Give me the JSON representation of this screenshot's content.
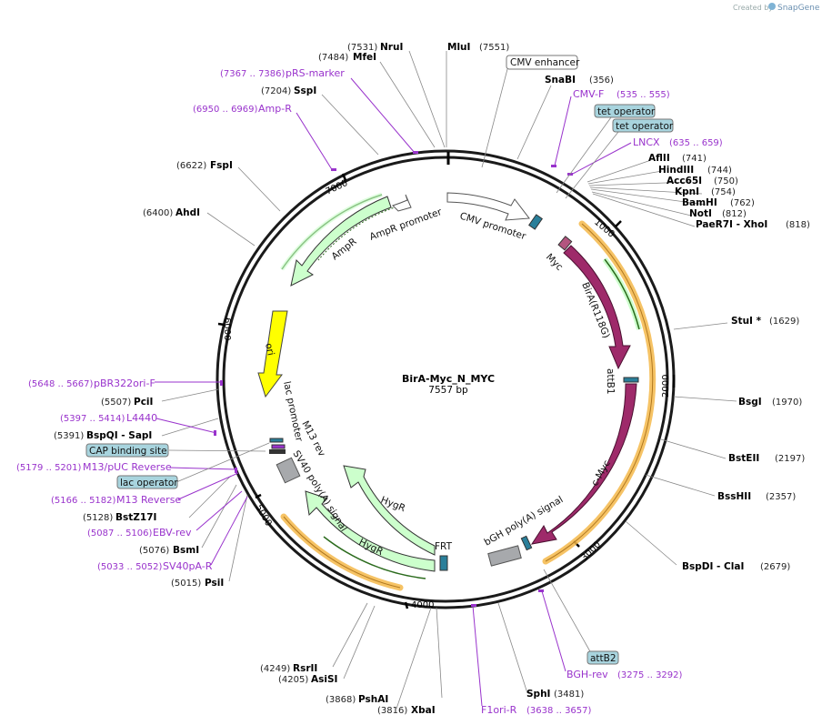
{
  "plasmid": {
    "name": "BirA-Myc_N_MYC",
    "length": "7557 bp"
  },
  "credit": {
    "prefix": "Created by",
    "brand": "SnapGene"
  },
  "ticks": [
    "1000",
    "2000",
    "3000",
    "4000",
    "5000",
    "6000",
    "7000"
  ],
  "colors": {
    "green": "#ccffcc",
    "purple": "#9e2a6a",
    "yellow": "#ffff00",
    "orange": "#f5b94a",
    "primer": "#9933cc"
  },
  "features": {
    "cmv_promoter": "CMV promoter",
    "myc": "Myc",
    "bira": "BirA(R118G)",
    "attb1": "attB1",
    "cmyc": "c-Myc",
    "bgh": "bGH poly(A) signal",
    "frt": "FRT",
    "hygr1": "HygR",
    "hygr2": "HygR",
    "sv40": "SV40 poly(A) signal",
    "m13rev": "M13 rev",
    "lacprom": "lac promoter",
    "ori": "ori",
    "ampr": "AmpR",
    "ampr_prom": "AmpR promoter"
  },
  "sites": [
    {
      "name": "NruI",
      "pos": "(7531)"
    },
    {
      "name": "MluI",
      "pos": "(7551)"
    },
    {
      "name": "MfeI",
      "pos": "(7484)"
    },
    {
      "name": "SnaBI",
      "pos": "(356)"
    },
    {
      "name": "SspI",
      "pos": "(7204)"
    },
    {
      "name": "AflII",
      "pos": "(741)"
    },
    {
      "name": "HindIII",
      "pos": "(744)"
    },
    {
      "name": "Acc65I",
      "pos": "(750)"
    },
    {
      "name": "KpnI",
      "pos": "(754)"
    },
    {
      "name": "BamHI",
      "pos": "(762)"
    },
    {
      "name": "NotI",
      "pos": "(812)"
    },
    {
      "name": "PaeR7I - XhoI",
      "pos": "(818)"
    },
    {
      "name": "FspI",
      "pos": "(6622)"
    },
    {
      "name": "AhdI",
      "pos": "(6400)"
    },
    {
      "name": "StuI *",
      "pos": "(1629)"
    },
    {
      "name": "BsgI",
      "pos": "(1970)"
    },
    {
      "name": "BstEII",
      "pos": "(2197)"
    },
    {
      "name": "BssHII",
      "pos": "(2357)"
    },
    {
      "name": "BspDI - ClaI",
      "pos": "(2679)"
    },
    {
      "name": "PciI",
      "pos": "(5507)"
    },
    {
      "name": "BspQI - SapI",
      "pos": "(5391)"
    },
    {
      "name": "BstZ17I",
      "pos": "(5128)"
    },
    {
      "name": "BsmI",
      "pos": "(5076)"
    },
    {
      "name": "PsiI",
      "pos": "(5015)"
    },
    {
      "name": "RsrII",
      "pos": "(4249)"
    },
    {
      "name": "AsiSI",
      "pos": "(4205)"
    },
    {
      "name": "PshAI",
      "pos": "(3868)"
    },
    {
      "name": "XbaI",
      "pos": "(3816)"
    },
    {
      "name": "SphI",
      "pos": "(3481)"
    }
  ],
  "primers": [
    {
      "name": "pRS-marker",
      "pos": "(7367 .. 7386)"
    },
    {
      "name": "Amp-R",
      "pos": "(6950 .. 6969)"
    },
    {
      "name": "CMV-F",
      "pos": "(535 .. 555)"
    },
    {
      "name": "LNCX",
      "pos": "(635 .. 659)"
    },
    {
      "name": "pBR322ori-F",
      "pos": "(5648 .. 5667)"
    },
    {
      "name": "L4440",
      "pos": "(5397 .. 5414)"
    },
    {
      "name": "M13/pUC Reverse",
      "pos": "(5179 .. 5201)"
    },
    {
      "name": "M13 Reverse",
      "pos": "(5166 .. 5182)"
    },
    {
      "name": "EBV-rev",
      "pos": "(5087 .. 5106)"
    },
    {
      "name": "SV40pA-R",
      "pos": "(5033 .. 5052)"
    },
    {
      "name": "BGH-rev",
      "pos": "(3275 .. 3292)"
    },
    {
      "name": "F1ori-R",
      "pos": "(3638 .. 3657)"
    }
  ],
  "boxed": [
    {
      "name": "CMV enhancer"
    },
    {
      "name": "tet operator"
    },
    {
      "name": "tet operator"
    },
    {
      "name": "CAP binding site"
    },
    {
      "name": "lac operator"
    },
    {
      "name": "attB2"
    }
  ]
}
